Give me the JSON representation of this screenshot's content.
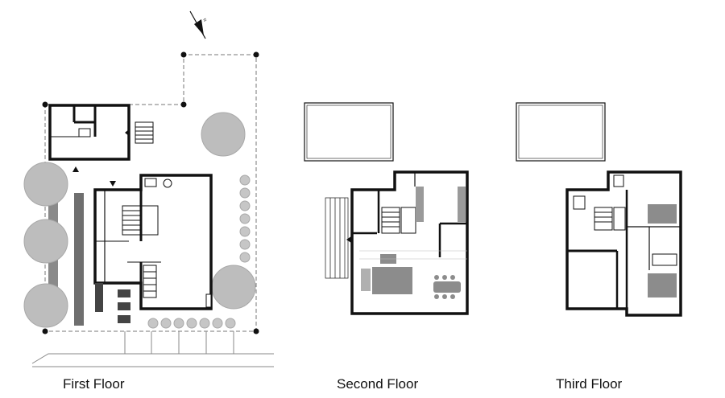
{
  "labels": {
    "first_floor": "First Floor",
    "second_floor": "Second Floor",
    "third_floor": "Third Floor"
  },
  "colors": {
    "wall": "#111111",
    "tree_fill": "#bdbdbd",
    "tree_stroke": "#9a9a9a",
    "hedge": "#7a7a7a",
    "furniture": "#8c8c8c",
    "property_line": "#777777",
    "text": "#111111"
  },
  "icons": {
    "north_arrow": "north-arrow-icon",
    "entry_marker": "triangle-marker-icon"
  }
}
